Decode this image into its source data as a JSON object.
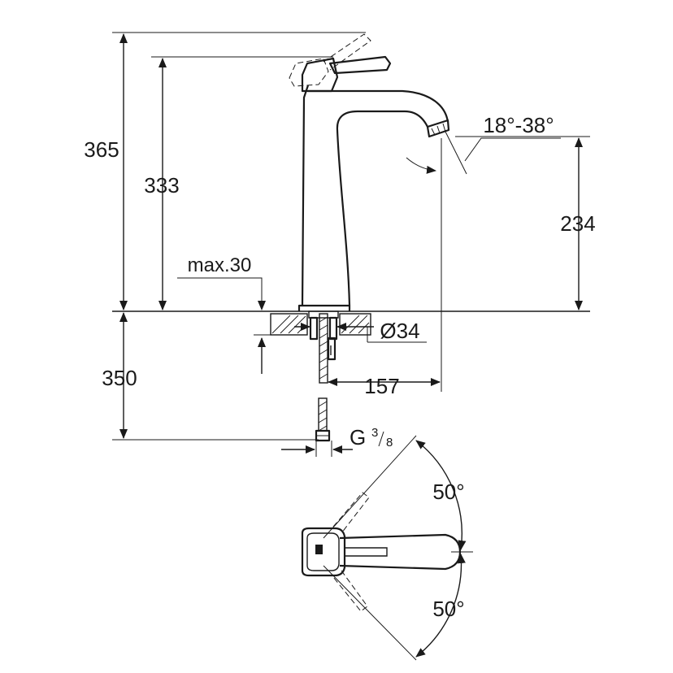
{
  "dimensions": {
    "total_height": "365",
    "height_to_lever": "333",
    "spout_height": "234",
    "max_deck": "max.30",
    "angle_range": "18°-38°",
    "diameter": "Ø34",
    "below_deck": "350",
    "projection": "157",
    "thread_main": "G",
    "thread_num": "3",
    "thread_den": "8",
    "swivel_upper": "50°",
    "swivel_lower": "50°"
  },
  "colors": {
    "line": "#1a1a1a",
    "background": "#ffffff"
  }
}
